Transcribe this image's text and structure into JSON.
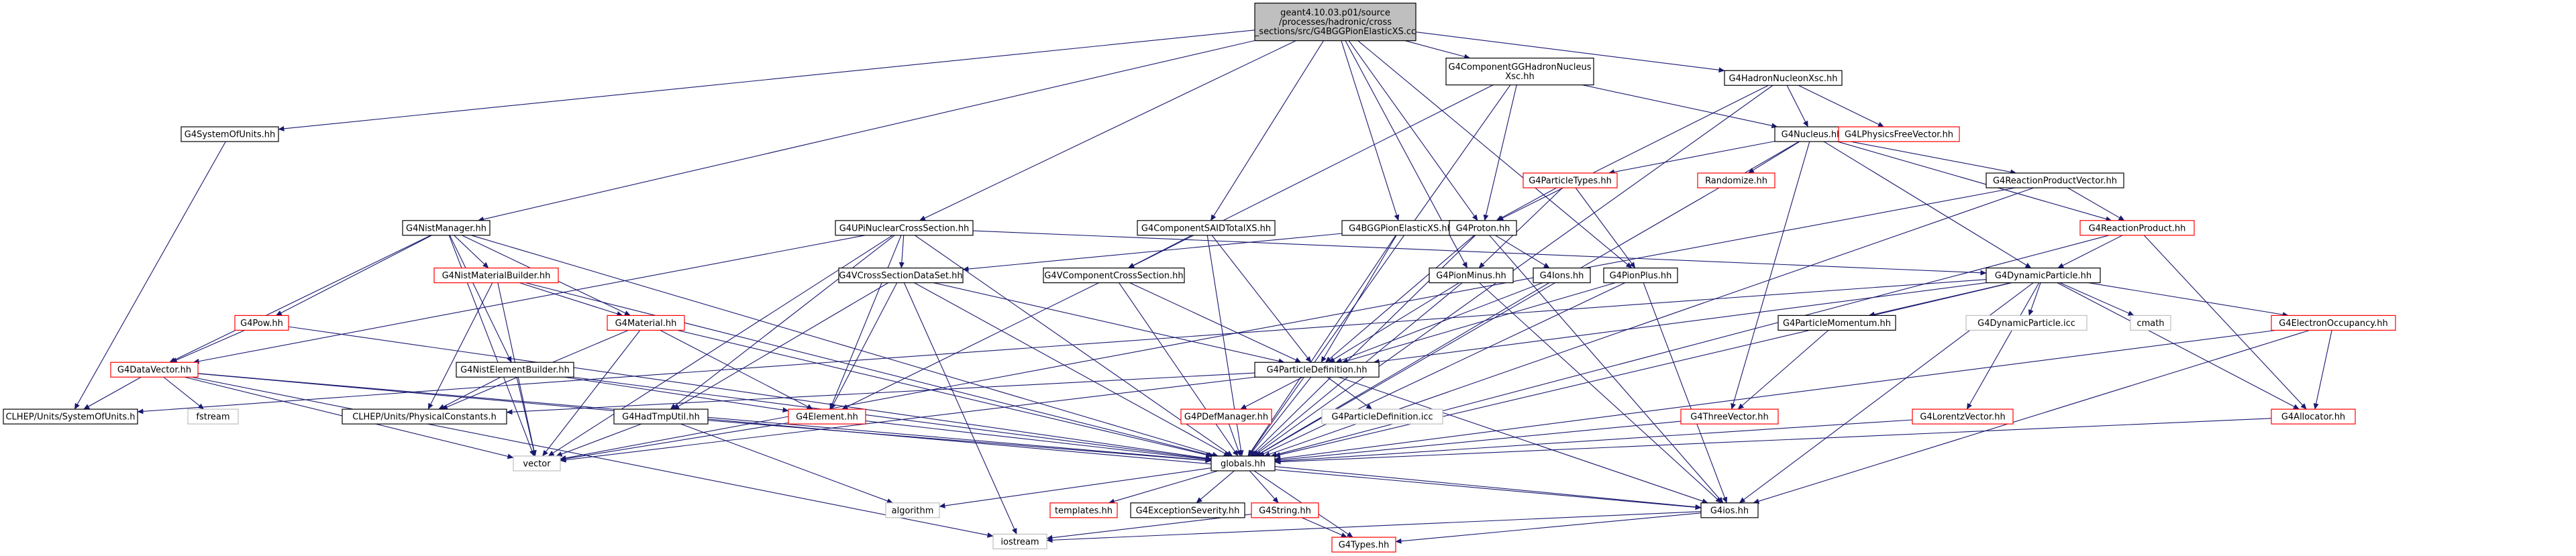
{
  "colors": {
    "edge": "#191970",
    "root_fill": "#bfbfbf",
    "root_border": "#000000",
    "default_border": "#000000",
    "unresolved_border": "#ff0000",
    "system_border": "#bfbfbf",
    "system_text": "#555555",
    "node_fill": "#ffffff"
  },
  "root": {
    "lines": [
      "geant4.10.03.p01/source",
      "/processes/hadronic/cross",
      "_sections/src/G4BGGPionElasticXS.cc"
    ]
  },
  "nodes": [
    {
      "id": "n_sysunits",
      "label": "G4SystemOfUnits.hh",
      "kind": "default"
    },
    {
      "id": "n_clhep_units",
      "label": "CLHEP/Units/SystemOfUnits.h",
      "kind": "default"
    },
    {
      "id": "n_nistman",
      "label": "G4NistManager.hh",
      "kind": "default"
    },
    {
      "id": "n_nistmatb",
      "label": "G4NistMaterialBuilder.hh",
      "kind": "link"
    },
    {
      "id": "n_pow",
      "label": "G4Pow.hh",
      "kind": "link"
    },
    {
      "id": "n_datavec",
      "label": "G4DataVector.hh",
      "kind": "link"
    },
    {
      "id": "n_fstream",
      "label": "fstream",
      "kind": "system"
    },
    {
      "id": "n_nistelb",
      "label": "G4NistElementBuilder.hh",
      "kind": "default"
    },
    {
      "id": "n_clhep_phys",
      "label": "CLHEP/Units/PhysicalConstants.h",
      "kind": "default"
    },
    {
      "id": "n_material",
      "label": "G4Material.hh",
      "kind": "link"
    },
    {
      "id": "n_vector",
      "label": "vector",
      "kind": "system"
    },
    {
      "id": "n_upinuc",
      "label": "G4UPiNuclearCrossSection.hh",
      "kind": "default"
    },
    {
      "id": "n_vcsds",
      "label": "G4VCrossSectionDataSet.hh",
      "kind": "default"
    },
    {
      "id": "n_hadtmp",
      "label": "G4HadTmpUtil.hh",
      "kind": "default"
    },
    {
      "id": "n_element",
      "label": "G4Element.hh",
      "kind": "link"
    },
    {
      "id": "n_compsaid",
      "label": "G4ComponentSAIDTotalXS.hh",
      "kind": "default"
    },
    {
      "id": "n_vcompcs",
      "label": "G4VComponentCrossSection.hh",
      "kind": "default"
    },
    {
      "id": "n_bggpion",
      "label": "G4BGGPionElasticXS.hh",
      "kind": "default"
    },
    {
      "id": "n_partdef",
      "label": "G4ParticleDefinition.hh",
      "kind": "default"
    },
    {
      "id": "n_pdefman",
      "label": "G4PDefManager.hh",
      "kind": "link"
    },
    {
      "id": "n_partdef_icc",
      "label": "G4ParticleDefinition.icc",
      "kind": "system"
    },
    {
      "id": "n_globals",
      "label": "globals.hh",
      "kind": "default"
    },
    {
      "id": "n_algorithm",
      "label": "algorithm",
      "kind": "system"
    },
    {
      "id": "n_templates",
      "label": "templates.hh",
      "kind": "link"
    },
    {
      "id": "n_excsev",
      "label": "G4ExceptionSeverity.hh",
      "kind": "default"
    },
    {
      "id": "n_string",
      "label": "G4String.hh",
      "kind": "link"
    },
    {
      "id": "n_iostream",
      "label": "iostream",
      "kind": "system"
    },
    {
      "id": "n_types",
      "label": "G4Types.hh",
      "kind": "link"
    },
    {
      "id": "n_ios",
      "label": "G4ios.hh",
      "kind": "default"
    },
    {
      "id": "n_compgg",
      "label": "G4ComponentGGHadronNucleus\nXsc.hh",
      "kind": "default"
    },
    {
      "id": "n_proton",
      "label": "G4Proton.hh",
      "kind": "default"
    },
    {
      "id": "n_pionminus",
      "label": "G4PionMinus.hh",
      "kind": "default"
    },
    {
      "id": "n_ions",
      "label": "G4Ions.hh",
      "kind": "default"
    },
    {
      "id": "n_pionplus",
      "label": "G4PionPlus.hh",
      "kind": "default"
    },
    {
      "id": "n_parttypes",
      "label": "G4ParticleTypes.hh",
      "kind": "link"
    },
    {
      "id": "n_nucleus",
      "label": "G4Nucleus.hh",
      "kind": "default"
    },
    {
      "id": "n_randomize",
      "label": "Randomize.hh",
      "kind": "link"
    },
    {
      "id": "n_hadnucxsc",
      "label": "G4HadronNucleonXsc.hh",
      "kind": "default"
    },
    {
      "id": "n_lphysfree",
      "label": "G4LPhysicsFreeVector.hh",
      "kind": "link"
    },
    {
      "id": "n_reacprodvec",
      "label": "G4ReactionProductVector.hh",
      "kind": "default"
    },
    {
      "id": "n_reacprod",
      "label": "G4ReactionProduct.hh",
      "kind": "link"
    },
    {
      "id": "n_dynpart",
      "label": "G4DynamicParticle.hh",
      "kind": "default"
    },
    {
      "id": "n_partmom",
      "label": "G4ParticleMomentum.hh",
      "kind": "default"
    },
    {
      "id": "n_threevec",
      "label": "G4ThreeVector.hh",
      "kind": "link"
    },
    {
      "id": "n_dynpart_icc",
      "label": "G4DynamicParticle.icc",
      "kind": "system"
    },
    {
      "id": "n_cmath",
      "label": "cmath",
      "kind": "system"
    },
    {
      "id": "n_lorentz",
      "label": "G4LorentzVector.hh",
      "kind": "link"
    },
    {
      "id": "n_elecocc",
      "label": "G4ElectronOccupancy.hh",
      "kind": "link"
    },
    {
      "id": "n_allocator",
      "label": "G4Allocator.hh",
      "kind": "link"
    }
  ],
  "edges": [
    [
      "root",
      "n_sysunits"
    ],
    [
      "root",
      "n_nistman"
    ],
    [
      "root",
      "n_upinuc"
    ],
    [
      "root",
      "n_compsaid"
    ],
    [
      "root",
      "n_bggpion"
    ],
    [
      "root",
      "n_compgg"
    ],
    [
      "root",
      "n_hadnucxsc"
    ],
    [
      "root",
      "n_proton"
    ],
    [
      "root",
      "n_pionminus"
    ],
    [
      "root",
      "n_pionplus"
    ],
    [
      "n_sysunits",
      "n_clhep_units"
    ],
    [
      "n_nistman",
      "n_nistmatb"
    ],
    [
      "n_nistman",
      "n_pow"
    ],
    [
      "n_nistman",
      "n_nistelb"
    ],
    [
      "n_nistman",
      "n_material"
    ],
    [
      "n_nistman",
      "n_vector"
    ],
    [
      "n_nistman",
      "n_globals"
    ],
    [
      "n_nistman",
      "n_datavec"
    ],
    [
      "n_nistmatb",
      "n_material"
    ],
    [
      "n_nistmatb",
      "n_clhep_phys"
    ],
    [
      "n_nistmatb",
      "n_vector"
    ],
    [
      "n_nistmatb",
      "n_globals"
    ],
    [
      "n_pow",
      "n_datavec"
    ],
    [
      "n_pow",
      "n_globals"
    ],
    [
      "n_datavec",
      "n_fstream"
    ],
    [
      "n_datavec",
      "n_vector"
    ],
    [
      "n_datavec",
      "n_iostream"
    ],
    [
      "n_datavec",
      "n_globals"
    ],
    [
      "n_datavec",
      "n_clhep_units"
    ],
    [
      "n_datavec",
      "n_ios"
    ],
    [
      "n_nistelb",
      "n_clhep_phys"
    ],
    [
      "n_nistelb",
      "n_vector"
    ],
    [
      "n_nistelb",
      "n_element"
    ],
    [
      "n_nistelb",
      "n_globals"
    ],
    [
      "n_material",
      "n_element"
    ],
    [
      "n_material",
      "n_vector"
    ],
    [
      "n_material",
      "n_globals"
    ],
    [
      "n_material",
      "n_clhep_phys"
    ],
    [
      "n_upinuc",
      "n_vcsds"
    ],
    [
      "n_upinuc",
      "n_hadtmp"
    ],
    [
      "n_upinuc",
      "n_element"
    ],
    [
      "n_upinuc",
      "n_globals"
    ],
    [
      "n_upinuc",
      "n_vector"
    ],
    [
      "n_upinuc",
      "n_datavec"
    ],
    [
      "n_upinuc",
      "n_dynpart"
    ],
    [
      "n_vcsds",
      "n_partdef"
    ],
    [
      "n_vcsds",
      "n_element"
    ],
    [
      "n_vcsds",
      "n_globals"
    ],
    [
      "n_vcsds",
      "n_iostream"
    ],
    [
      "n_vcsds",
      "n_hadtmp"
    ],
    [
      "n_hadtmp",
      "n_globals"
    ],
    [
      "n_hadtmp",
      "n_vector"
    ],
    [
      "n_hadtmp",
      "n_algorithm"
    ],
    [
      "n_element",
      "n_globals"
    ],
    [
      "n_element",
      "n_vector"
    ],
    [
      "n_compsaid",
      "n_vcompcs"
    ],
    [
      "n_compsaid",
      "n_partdef"
    ],
    [
      "n_compsaid",
      "n_globals"
    ],
    [
      "n_vcompcs",
      "n_partdef"
    ],
    [
      "n_vcompcs",
      "n_globals"
    ],
    [
      "n_vcompcs",
      "n_element"
    ],
    [
      "n_bggpion",
      "n_vcsds"
    ],
    [
      "n_bggpion",
      "n_partdef"
    ],
    [
      "n_bggpion",
      "n_globals"
    ],
    [
      "n_partdef",
      "n_pdefman"
    ],
    [
      "n_partdef",
      "n_partdef_icc"
    ],
    [
      "n_partdef",
      "n_globals"
    ],
    [
      "n_partdef",
      "n_ios"
    ],
    [
      "n_partdef",
      "n_vector"
    ],
    [
      "n_partdef",
      "n_clhep_phys"
    ],
    [
      "n_pdefman",
      "n_globals"
    ],
    [
      "n_globals",
      "n_algorithm"
    ],
    [
      "n_globals",
      "n_templates"
    ],
    [
      "n_globals",
      "n_excsev"
    ],
    [
      "n_globals",
      "n_string"
    ],
    [
      "n_globals",
      "n_types"
    ],
    [
      "n_globals",
      "n_ios"
    ],
    [
      "n_string",
      "n_iostream"
    ],
    [
      "n_string",
      "n_types"
    ],
    [
      "n_ios",
      "n_iostream"
    ],
    [
      "n_ios",
      "n_types"
    ],
    [
      "n_compgg",
      "n_vcompcs"
    ],
    [
      "n_compgg",
      "n_proton"
    ],
    [
      "n_compgg",
      "n_nucleus"
    ],
    [
      "n_compgg",
      "n_globals"
    ],
    [
      "n_proton",
      "n_partdef"
    ],
    [
      "n_proton",
      "n_ions"
    ],
    [
      "n_proton",
      "n_globals"
    ],
    [
      "n_proton",
      "n_ios"
    ],
    [
      "n_pionminus",
      "n_partdef"
    ],
    [
      "n_pionminus",
      "n_globals"
    ],
    [
      "n_pionminus",
      "n_ios"
    ],
    [
      "n_ions",
      "n_partdef"
    ],
    [
      "n_ions",
      "n_globals"
    ],
    [
      "n_pionplus",
      "n_partdef"
    ],
    [
      "n_pionplus",
      "n_globals"
    ],
    [
      "n_pionplus",
      "n_ios"
    ],
    [
      "n_parttypes",
      "n_proton"
    ],
    [
      "n_parttypes",
      "n_pionminus"
    ],
    [
      "n_parttypes",
      "n_pionplus"
    ],
    [
      "n_hadnucxsc",
      "n_nucleus"
    ],
    [
      "n_hadnucxsc",
      "n_lphysfree"
    ],
    [
      "n_hadnucxsc",
      "n_proton"
    ],
    [
      "n_hadnucxsc",
      "n_globals"
    ],
    [
      "n_nucleus",
      "n_parttypes"
    ],
    [
      "n_nucleus",
      "n_randomize"
    ],
    [
      "n_nucleus",
      "n_reacprodvec"
    ],
    [
      "n_nucleus",
      "n_reacprod"
    ],
    [
      "n_nucleus",
      "n_dynpart"
    ],
    [
      "n_nucleus",
      "n_threevec"
    ],
    [
      "n_nucleus",
      "n_globals"
    ],
    [
      "n_reacprodvec",
      "n_reacprod"
    ],
    [
      "n_reacprodvec",
      "n_vector"
    ],
    [
      "n_reacprodvec",
      "n_globals"
    ],
    [
      "n_reacprod",
      "n_dynpart"
    ],
    [
      "n_reacprod",
      "n_allocator"
    ],
    [
      "n_reacprod",
      "n_globals"
    ],
    [
      "n_dynpart",
      "n_partdef"
    ],
    [
      "n_dynpart",
      "n_partmom"
    ],
    [
      "n_dynpart",
      "n_dynpart_icc"
    ],
    [
      "n_dynpart",
      "n_cmath"
    ],
    [
      "n_dynpart",
      "n_lorentz"
    ],
    [
      "n_dynpart",
      "n_elecocc"
    ],
    [
      "n_dynpart",
      "n_allocator"
    ],
    [
      "n_dynpart",
      "n_globals"
    ],
    [
      "n_dynpart",
      "n_ios"
    ],
    [
      "n_dynpart",
      "n_clhep_units"
    ],
    [
      "n_partmom",
      "n_threevec"
    ],
    [
      "n_threevec",
      "n_globals"
    ],
    [
      "n_lorentz",
      "n_globals"
    ],
    [
      "n_elecocc",
      "n_globals"
    ],
    [
      "n_elecocc",
      "n_allocator"
    ],
    [
      "n_elecocc",
      "n_ios"
    ],
    [
      "n_allocator",
      "n_globals"
    ]
  ]
}
